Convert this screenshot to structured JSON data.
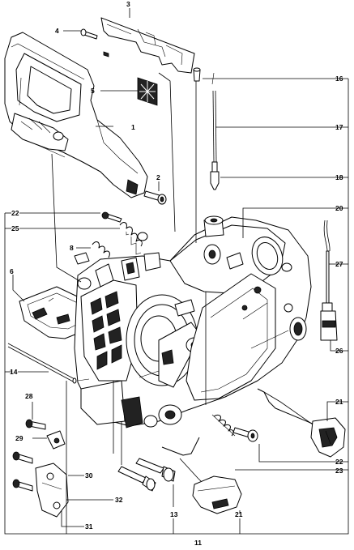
{
  "callouts": {
    "c1": "1",
    "c2": "2",
    "c3": "3",
    "c4": "4",
    "c5": "5",
    "c6": "6",
    "c8": "8",
    "c11": "11",
    "c13": "13",
    "c14": "14",
    "c16": "16",
    "c17": "17",
    "c18": "18",
    "c20": "20",
    "c21a": "21",
    "c21b": "21",
    "c22a": "22",
    "c22b": "22",
    "c23": "23",
    "c25": "25",
    "c26": "26",
    "c27": "27",
    "c28": "28",
    "c29": "29",
    "c30": "30",
    "c31": "31",
    "c32": "32"
  }
}
